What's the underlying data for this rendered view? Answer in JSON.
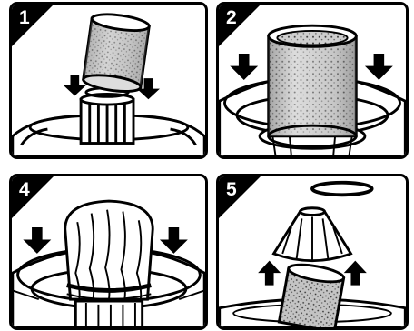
{
  "steps": [
    {
      "number": "1",
      "description_icon": "filter-insert-onto-cage"
    },
    {
      "number": "2",
      "description_icon": "filter-seated-on-cage"
    },
    {
      "number": "4",
      "description_icon": "filter-bag-over-cage"
    },
    {
      "number": "5",
      "description_icon": "deflector-and-retaining-ring-over-filter"
    }
  ],
  "colors": {
    "ink": "#000000",
    "paper": "#ffffff",
    "filter_gray": "#b8b8b8",
    "filter_light": "#dcdcdc"
  }
}
